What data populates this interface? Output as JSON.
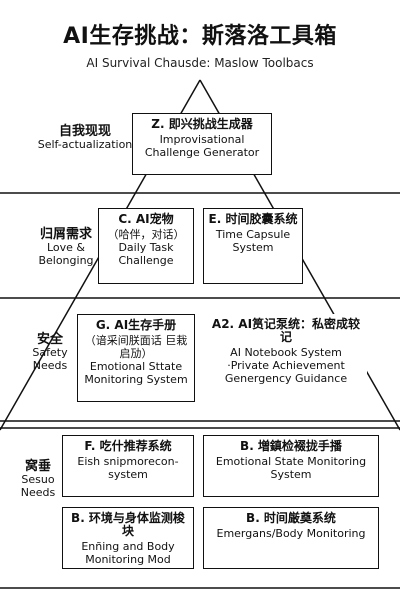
{
  "header": {
    "title": "AI生存挑战：斯落洛工具箱",
    "subtitle": "AI Survival Chausde: Maslow Toolbacs"
  },
  "levels": [
    {
      "zh": "自我现现",
      "en": "Self-actualization"
    },
    {
      "zh": "归屑需求",
      "en": "Love & Belonging"
    },
    {
      "zh": "安全",
      "en": "Safety Needs"
    },
    {
      "zh": "窝垂",
      "en": "Sesuo Needs"
    }
  ],
  "boxes": {
    "z": {
      "zh": "Z. 即兴挑战生成器",
      "en": "Improvisational Challenge Generator"
    },
    "c": {
      "zh": "C. AI宠物",
      "sub": "（哈伴，对话）",
      "en": "Daily Task Challenge"
    },
    "e1": {
      "zh": "E. 时间胶囊系统",
      "en": "Time Capsule System"
    },
    "g": {
      "zh": "G. AI生存手册",
      "sub": "（谙采间朕面话 巨栽启劢）",
      "en": "Emotional Sttate Monitoring System"
    },
    "a2": {
      "zh": "A2. AI筼记泵统：私密成较记",
      "en": "AI Notebook System",
      "sub": "·Private Achievement Genergency Guidance"
    },
    "f": {
      "zh": "F. 吃什推荐系统",
      "en": "Eish snipmorecon-system"
    },
    "b1": {
      "zh": "B. 増鎮检裰拢手播",
      "en": "Emotional State Monitoring System"
    },
    "b2": {
      "zh": "B. 环境与身体监测梭块",
      "en": "Enñing and Body Monitoring Mod"
    },
    "b3": {
      "zh": "B. 时间厳奠系统",
      "en": "Emergans/Body Monitoring"
    }
  }
}
